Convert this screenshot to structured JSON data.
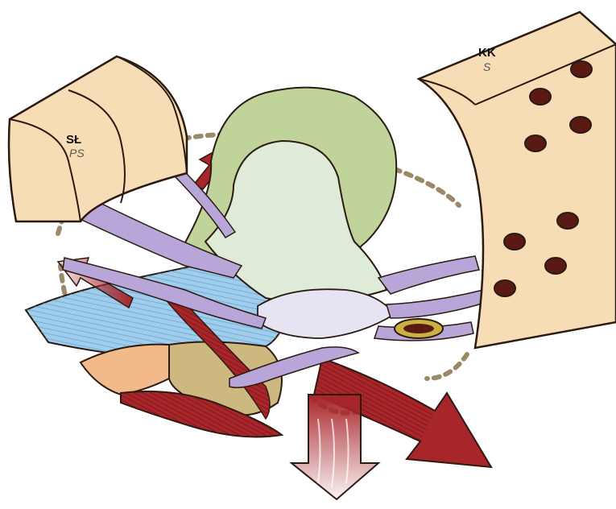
{
  "labels": {
    "left_block_main": "SŁ",
    "left_block_sub": "PS",
    "right_block_main": "KK",
    "right_block_sub": "S"
  },
  "colors": {
    "bone": "#F6DDB5",
    "bone_edge": "#2B1A10",
    "bladder": "#BFD39A",
    "bladder_light": "#DDEBD8",
    "ligament": "#B8A6D8",
    "ligament_light": "#E6E4F2",
    "muscle_red": "#A8252A",
    "muscle_blue": "#9FCDEB",
    "tissue_orange": "#F2B98A",
    "tissue_olive": "#CDB87F",
    "dotted_line": "#9A8A6A",
    "foramen": "#5A1A14"
  },
  "icons": {
    "pubic_block": "pubic-symphysis-block",
    "sacral_block": "sacrum-block",
    "arrows": "muscle-pull-arrows"
  }
}
